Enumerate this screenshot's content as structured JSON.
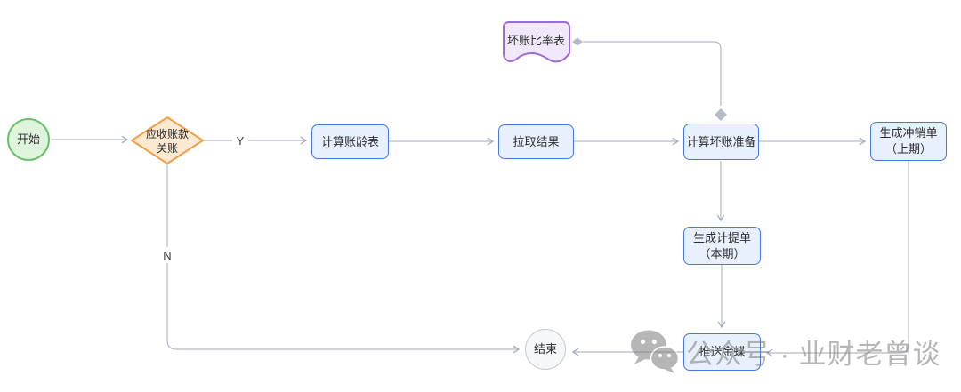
{
  "flowchart": {
    "start": {
      "label": "开始"
    },
    "decision": {
      "line1": "应收账款",
      "line2": "关账"
    },
    "branch_yes": "Y",
    "branch_no": "N",
    "calc_aging": {
      "label": "计算账龄表"
    },
    "pull_result": {
      "label": "拉取结果"
    },
    "calc_bad_debt": {
      "label": "计算坏账准备"
    },
    "gen_writeoff": {
      "line1": "生成冲销单",
      "line2": "（上期）"
    },
    "bad_debt_ratio_doc": {
      "label": "坏账比率表"
    },
    "gen_accrual": {
      "line1": "生成计提单",
      "line2": "（本期）"
    },
    "push_kingdee": {
      "label": "推送金蝶"
    },
    "end": {
      "label": "结束"
    },
    "colors": {
      "process_border": "#4678E2",
      "process_fill": "#E9F0FD",
      "decision_border": "#F0A049",
      "decision_fill": "#FCE9D2",
      "start_border": "#68C06A",
      "start_fill": "#DFF4DC",
      "document_border": "#9B6BD8",
      "document_fill": "#F1E8FB",
      "end_border": "#C6CBD2",
      "end_fill": "#F6F7F8",
      "connector": "#B4BAC4"
    }
  },
  "watermark": {
    "icon": "wechat-icon",
    "text": "公众号 · 业财老曾谈"
  }
}
